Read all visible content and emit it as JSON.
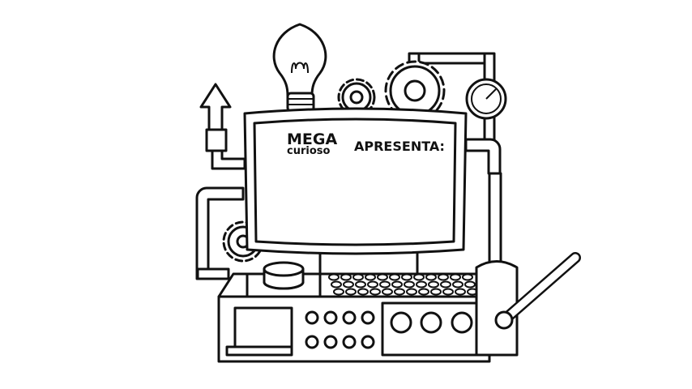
{
  "logo": {
    "line1": "MEGA",
    "line2": "curioso"
  },
  "screen_text": "APRESENTA:"
}
